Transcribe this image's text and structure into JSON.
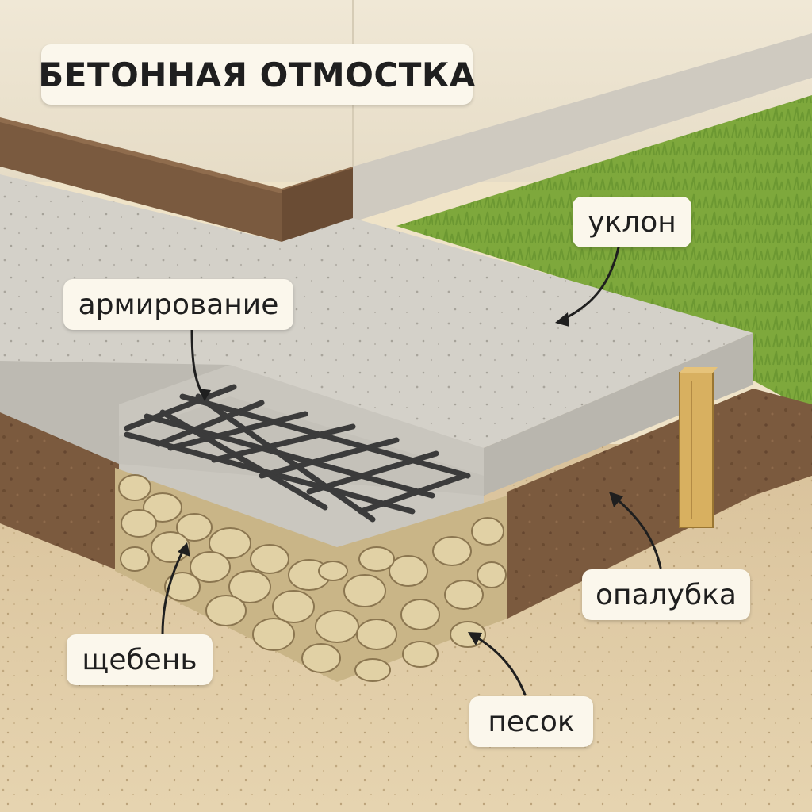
{
  "diagram": {
    "title": "БЕТОННАЯ ОТМОСТКА",
    "labels": {
      "slope": "уклон",
      "reinforcement": "армирование",
      "formwork": "опалубка",
      "gravel": "щебень",
      "sand": "песок"
    }
  },
  "colors": {
    "wall": "#ebe2cf",
    "plinth": "#7a5a3f",
    "concrete": "#d4d1c9",
    "concrete_side": "#b9b6ae",
    "soil": "#7b5a3e",
    "sand": "#d9c39c",
    "gravel": "#d8c699",
    "grass": "#7ea83c",
    "rebar": "#3b3b3b",
    "board": "#d8b060"
  }
}
